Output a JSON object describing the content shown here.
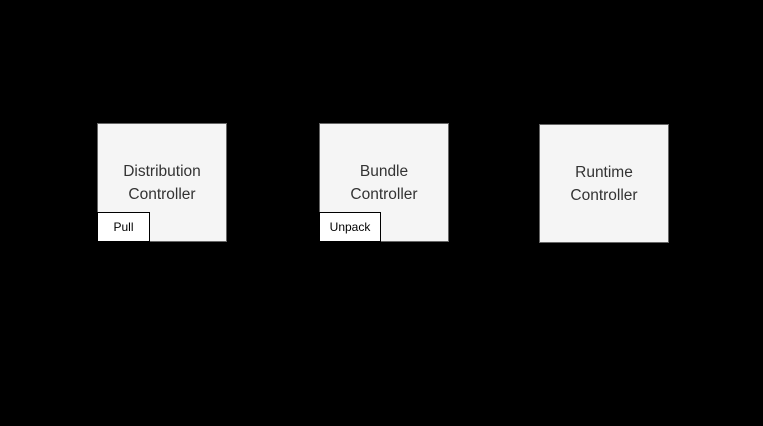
{
  "diagram": {
    "background_color": "#000000",
    "node_fill_color": "#f5f5f5",
    "node_border_color": "#666666",
    "node_text_color": "#333333",
    "badge_fill_color": "#ffffff",
    "badge_border_color": "#000000",
    "badge_text_color": "#000000",
    "nodes": [
      {
        "id": "distribution-controller",
        "label": "Distribution\nController",
        "badge": "Pull"
      },
      {
        "id": "bundle-controller",
        "label": "Bundle\nController",
        "badge": "Unpack"
      },
      {
        "id": "runtime-controller",
        "label": "Runtime\nController",
        "badge": null
      }
    ]
  }
}
